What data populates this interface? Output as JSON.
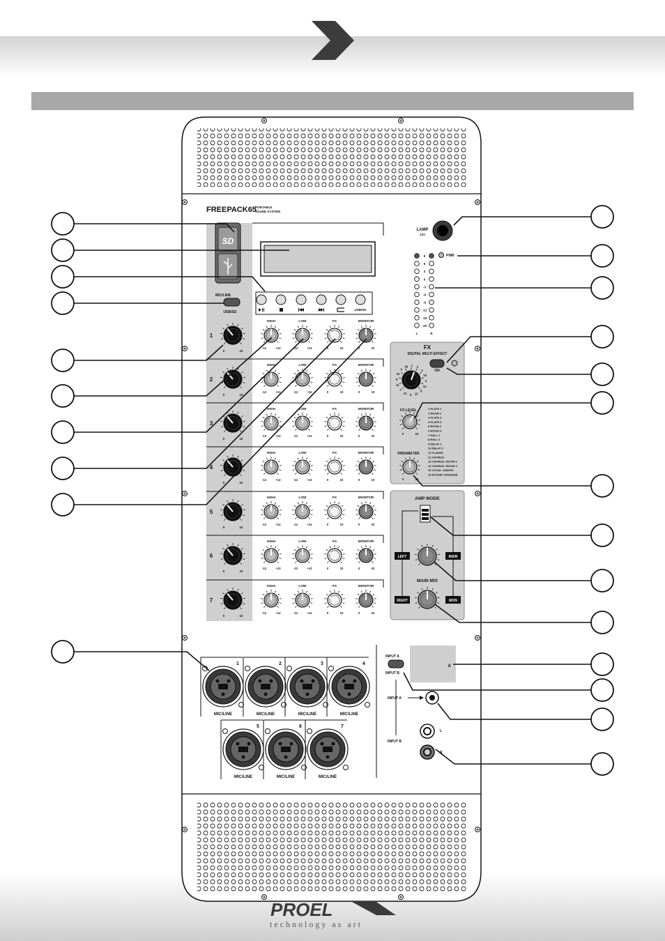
{
  "panel": {
    "model": "FREEPACK65",
    "model_sub_1": "PORTABLE",
    "model_sub_2": "SOUND SYSTEM",
    "lamp_label": "LAMP",
    "lamp_volt": "12V",
    "pwr_label": "PWR",
    "meter_levels": [
      "9",
      "6",
      "3",
      "0",
      "-3",
      "-6",
      "-9",
      "-12",
      "-15",
      "-20"
    ],
    "meter_l": "L",
    "meter_r": "R",
    "mic_line_label": "MIC/LINE",
    "usb_sd_label": "USB/SD",
    "transport_icons": [
      "play-pause",
      "stop",
      "previous",
      "next",
      "repeat"
    ],
    "transport_usbsd": "USB/SD",
    "eq_high": "HIGH",
    "eq_low": "LOW",
    "eq_fx": "FX",
    "eq_monitor": "MONITOR",
    "scale_m12": "-12",
    "scale_p12": "+12",
    "scale_0": "0",
    "scale_10": "10",
    "channels": [
      "1",
      "2",
      "3",
      "4",
      "5",
      "6",
      "7"
    ],
    "fx_title": "FX",
    "fx_subtitle": "DIGITAL MULTI EFFECT",
    "fx_on": "ON",
    "fx_preset_numbers": [
      "16",
      "1",
      "2",
      "3",
      "15",
      "4",
      "14",
      "5",
      "13",
      "6",
      "12",
      "7",
      "11",
      "8",
      "10",
      "9"
    ],
    "fx_level": "FX LEVEL",
    "parameter": "PARAMETER",
    "fx_presets": [
      "1 PLATE 1",
      "2 ROOM 1",
      "3 PLATE 2",
      "4 PLATE 3",
      "5 ROOM 2",
      "6 ROOM 3",
      "7 HALL 1",
      "8 HALL 2",
      "9 DELAY 1",
      "10 DELAY 2",
      "11 FLANGE",
      "12 CHORUS",
      "13 CHORUS / ROOM 1",
      "14 CHORUS / ROOM 2",
      "15 VOCAL CANCEL",
      "16 ROTARY SPEAKER"
    ],
    "amp_mode": "AMP MODE",
    "left": "LEFT",
    "main": "MAIN",
    "main_mix": "MAIN MIX",
    "right": "RIGHT",
    "mon": "MON",
    "input_a": "INPUT A",
    "input_b": "INPUT B",
    "rca_l": "L",
    "rca_r": "R",
    "ch8": "8",
    "jack_labels": [
      "1",
      "2",
      "3",
      "4",
      "5",
      "6",
      "7"
    ],
    "mic_line": "MIC/LINE"
  },
  "brand": {
    "logo": "PROEL",
    "tagline": "technology as art"
  }
}
